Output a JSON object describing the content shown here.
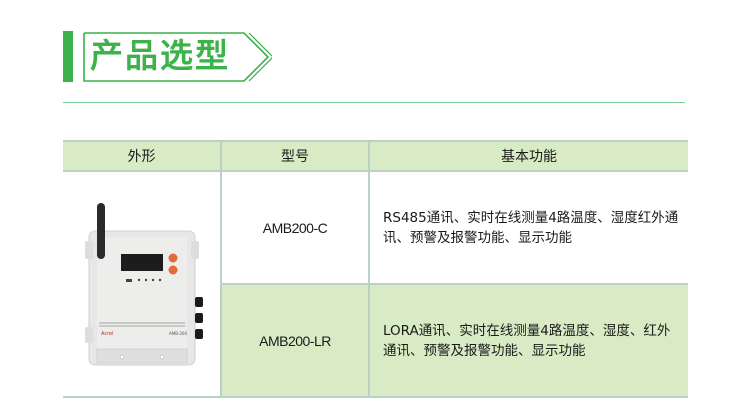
{
  "section": {
    "title": "产品选型",
    "accent_color": "#3cb24a",
    "rule_color": "#7fcf9a"
  },
  "table": {
    "header_bg": "#d9ebc5",
    "border_color": "#b9d2c4",
    "headers": [
      "外形",
      "型号",
      "基本功能"
    ],
    "rows": [
      {
        "model": "AMB200-C",
        "function": "RS485通讯、实时在线测量4路温度、湿度红外通讯、预警及报警功能、显示功能"
      },
      {
        "model": "AMB200-LR",
        "function": "LORA通讯、实时在线测量4路温度、湿度、红外通讯、预警及报警功能、显示功能"
      }
    ],
    "product_image": {
      "description": "AMB200 device with antenna",
      "brand_label": "Acrel",
      "model_label": "AMB-200"
    }
  }
}
